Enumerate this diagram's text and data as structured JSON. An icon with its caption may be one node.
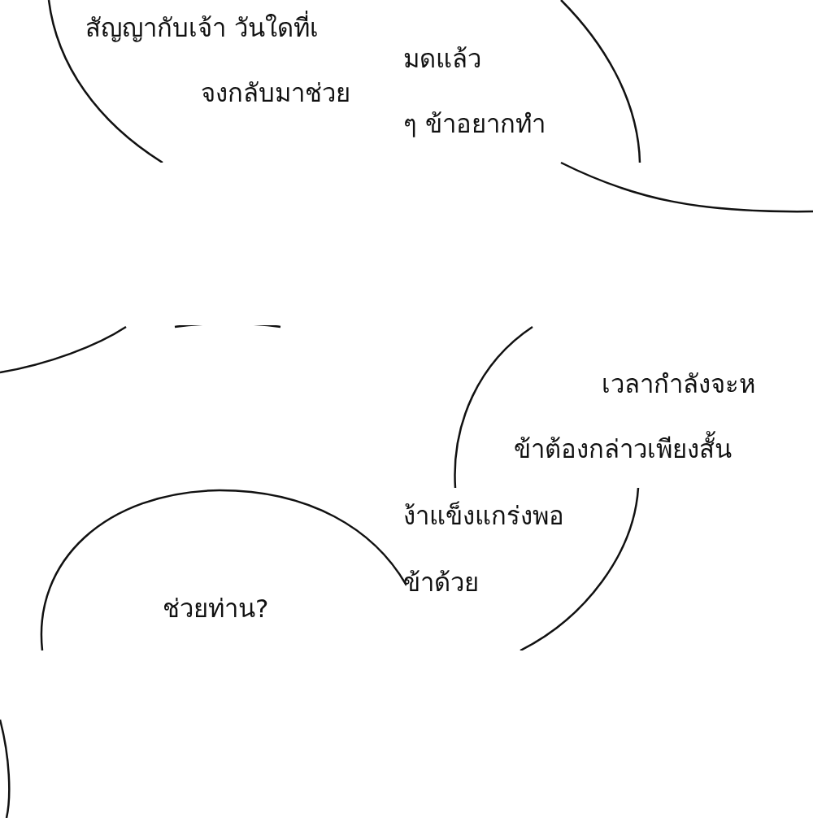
{
  "diagram": {
    "nodes": [
      {
        "text": [
          "สัญญากับเจ้า วันใดที่เ",
          "จงกลับมาช่วย"
        ]
      },
      {
        "text": [
          "มดแล้ว",
          "ๆ ข้าอยากทำ"
        ]
      },
      {
        "text": [],
        "shape": "ellipse"
      },
      {
        "text": [
          "เวลากำลังจะห",
          "ข้าต้องกล่าวเพียงสั้น"
        ]
      },
      {
        "text": [
          "ง้าแข็งแกร่งพอ",
          "ข้าด้วย"
        ]
      },
      {
        "text": [
          "ช่วยท่าน?"
        ]
      },
      {
        "text": [],
        "shape": "ellipse"
      }
    ]
  }
}
